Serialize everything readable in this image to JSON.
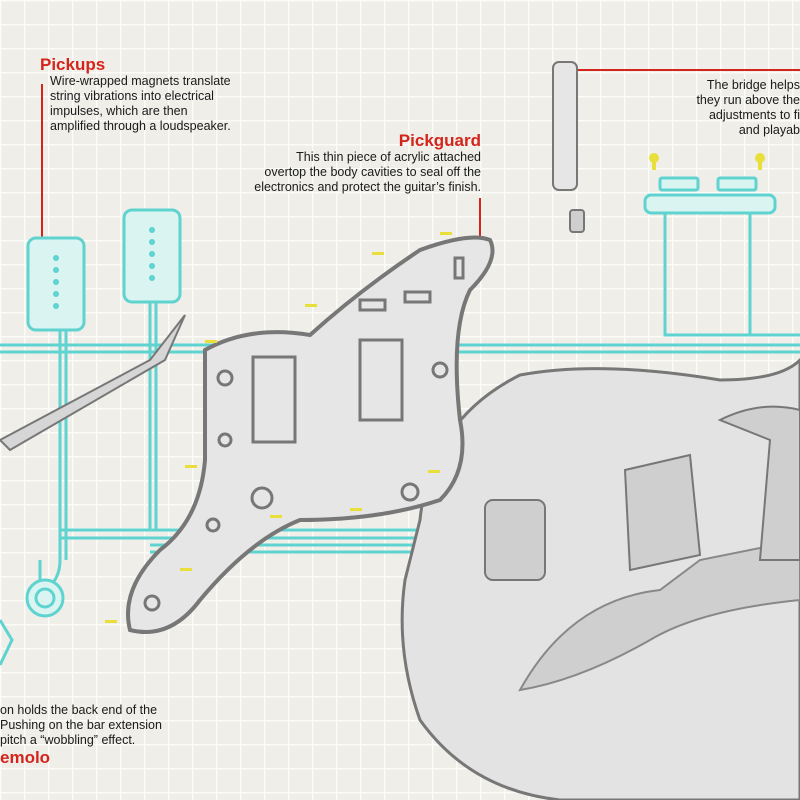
{
  "callouts": {
    "pickups": {
      "title": "Pickups",
      "text": "Wire-wrapped magnets translate\nstring vibrations into electrical\nimpulses, which are then\namplified through a loudspeaker."
    },
    "pickguard": {
      "title": "Pickguard",
      "text": "This thin piece of acrylic attached\novertop the body cavities to seal off the\nelectronics and protect the guitar’s finish."
    },
    "bridge": {
      "text": "The bridge helps\nthey run above the\nadjustments to fi\nand playab"
    },
    "tremolo": {
      "title": "emolo",
      "text": "on holds the back end of the\nPushing on the bar extension\npitch a “wobbling” effect."
    }
  },
  "colors": {
    "accent": "#d4251c",
    "wiring": "#5fd3cf",
    "pickup_fill": "#d9f4f1",
    "body_fill": "#e3e3e3",
    "outline": "#777777",
    "screw": "#e8df3a"
  }
}
